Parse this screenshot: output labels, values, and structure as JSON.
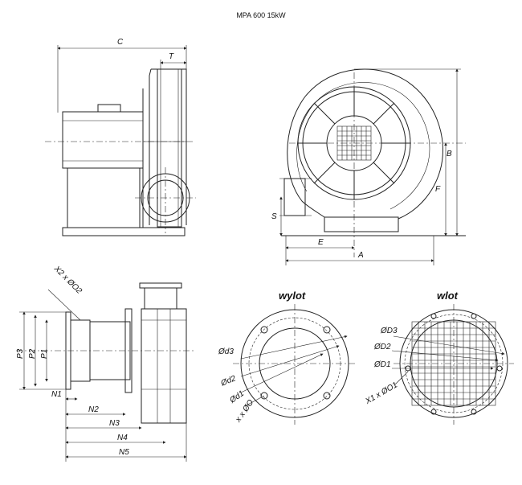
{
  "title": "MPA 600 15kW",
  "side_view": {
    "labels": {
      "C": "C",
      "T": "T"
    }
  },
  "front_view": {
    "labels": {
      "S": "S",
      "F": "F",
      "B": "B",
      "E": "E",
      "A": "A"
    }
  },
  "top_view": {
    "labels": {
      "X2": "X2 x ØO2",
      "P3": "P3",
      "P2": "P2",
      "P1": "P1",
      "N1": "N1",
      "N2": "N2",
      "N3": "N3",
      "N4": "N4",
      "N5": "N5"
    }
  },
  "outlet": {
    "title": "wylot",
    "labels": {
      "d3": "Ød3",
      "d2": "Ød2",
      "d1": "Ød1",
      "x": "x x ØO"
    }
  },
  "inlet": {
    "title": "wlot",
    "labels": {
      "D3": "ØD3",
      "D2": "ØD2",
      "D1": "ØD1",
      "X1": "X1 x ØO1"
    }
  }
}
